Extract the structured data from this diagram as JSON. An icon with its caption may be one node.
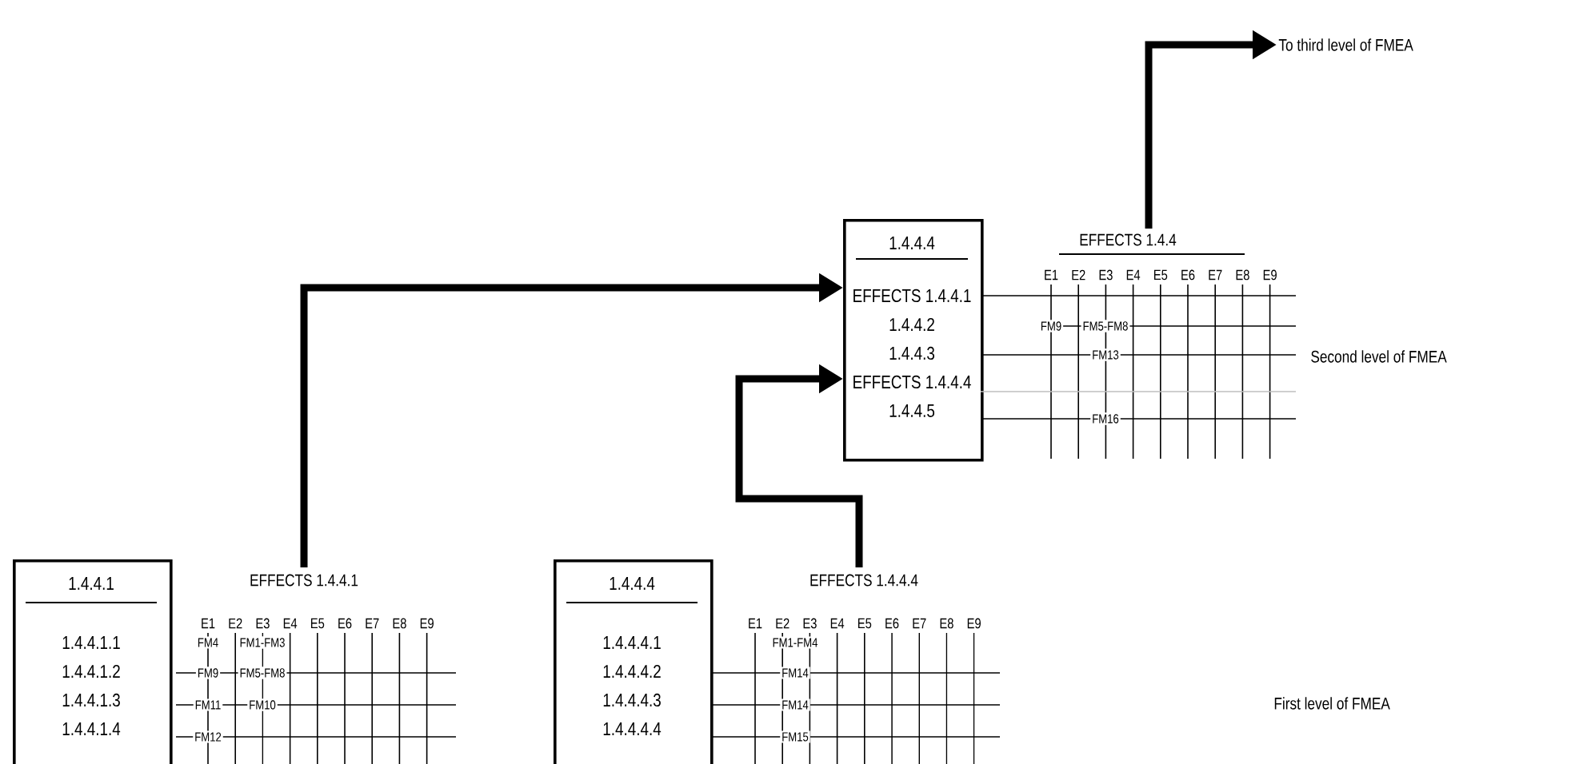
{
  "diagram": {
    "nodes": [
      {
        "text": [
          "1.4.4.4",
          "EFFECTS 1.4.4.1",
          "1.4.4.2",
          "1.4.4.3",
          "EFFECTS 1.4.4.4",
          "1.4.4.5"
        ]
      },
      {
        "text": [
          "EFFECTS 1.4.4",
          "E1",
          "E2",
          "E3",
          "E4",
          "E5",
          "E6",
          "E7",
          "E8",
          "E9",
          "FM9",
          "FM5-FM8",
          "FM13",
          "FM16"
        ]
      },
      {
        "text": [
          "1.4.4.1",
          "1.4.4.1.1",
          "1.4.4.1.2",
          "1.4.4.1.3",
          "1.4.4.1.4"
        ]
      },
      {
        "text": [
          "EFFECTS 1.4.4.1",
          "E1",
          "E2",
          "E3",
          "E4",
          "E5",
          "E6",
          "E7",
          "E8",
          "E9",
          "FM4",
          "FM1-FM3",
          "FM9",
          "FM5-FM8",
          "FM11",
          "FM10",
          "FM12"
        ]
      },
      {
        "text": [
          "1.4.4.4",
          "1.4.4.4.1",
          "1.4.4.4.2",
          "1.4.4.4.3",
          "1.4.4.4.4"
        ]
      },
      {
        "text": [
          "EFFECTS 1.4.4.4",
          "E1",
          "E2",
          "E3",
          "E4",
          "E5",
          "E6",
          "E7",
          "E8",
          "E9",
          "FM1-FM4",
          "FM14",
          "FM14",
          "FM15"
        ]
      },
      {
        "text": [
          "To third level of FMEA"
        ]
      }
    ],
    "edges": [
      {
        "from": 3,
        "to": 0,
        "arrow": "to"
      },
      {
        "from": 5,
        "to": 0,
        "arrow": "to"
      },
      {
        "from": 1,
        "to": 6,
        "arrow": "to"
      }
    ],
    "labels": [
      "Second level of FMEA",
      "First level of FMEA"
    ]
  }
}
